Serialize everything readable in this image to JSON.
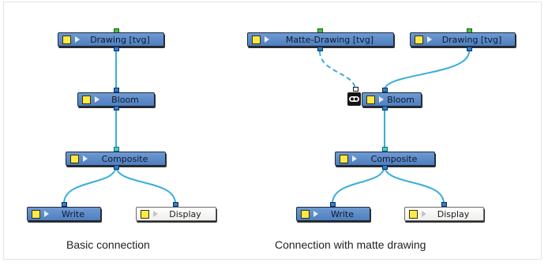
{
  "basic": {
    "caption": "Basic connection",
    "nodes": {
      "drawing": "Drawing  [tvg]",
      "bloom": "Bloom",
      "composite": "Composite",
      "write": "Write",
      "display": "Display"
    }
  },
  "matte": {
    "caption": "Connection with matte drawing",
    "nodes": {
      "matte_drawing": "Matte-Drawing  [tvg]",
      "drawing": "Drawing  [tvg]",
      "bloom": "Bloom",
      "composite": "Composite",
      "write": "Write",
      "display": "Display"
    }
  },
  "colors": {
    "node_blue": "#5a88c8",
    "wire": "#3aaed8",
    "port_top": "#45c23c",
    "display_node": "#f4f6f2",
    "matte_port": "#141414"
  },
  "icons": [
    "enable-toggle-square",
    "play-triangle",
    "matte-mask-icon"
  ]
}
